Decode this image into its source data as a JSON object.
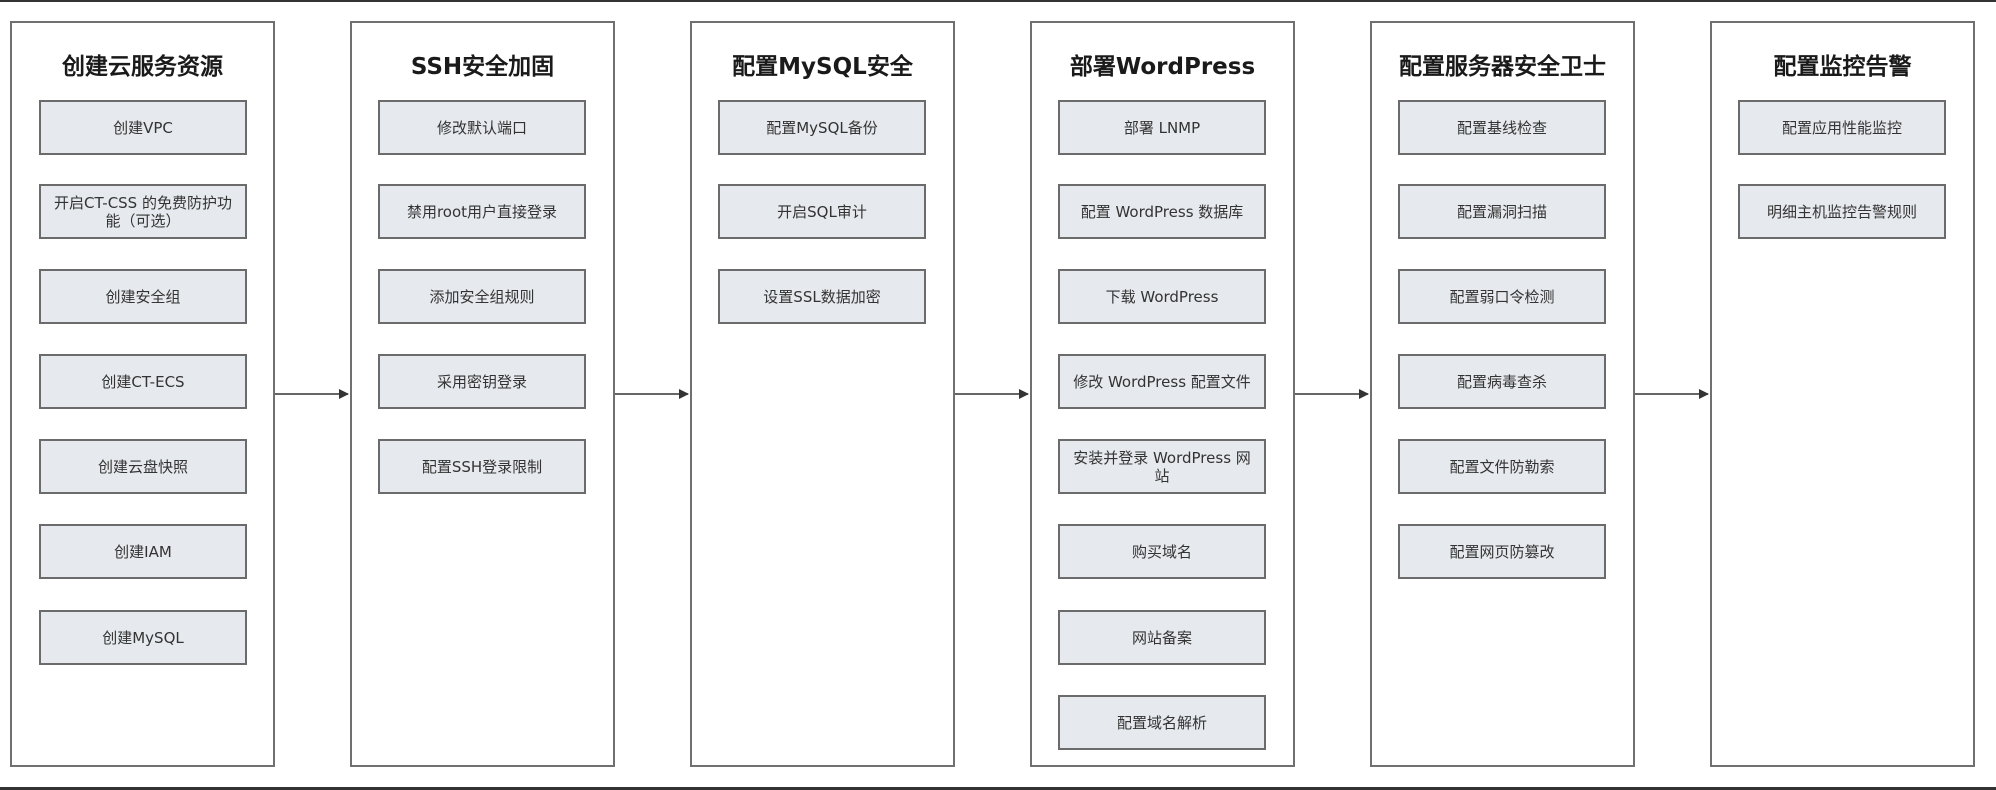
{
  "columns": [
    {
      "title": "创建云服务资源",
      "steps": [
        "创建VPC",
        "开启CT-CSS 的免费防护功能（可选）",
        "创建安全组",
        "创建CT-ECS",
        "创建云盘快照",
        "创建IAM",
        "创建MySQL"
      ]
    },
    {
      "title": "SSH安全加固",
      "steps": [
        "修改默认端口",
        "禁用root用户直接登录",
        "添加安全组规则",
        "采用密钥登录",
        "配置SSH登录限制"
      ]
    },
    {
      "title": "配置MySQL安全",
      "steps": [
        "配置MySQL备份",
        "开启SQL审计",
        "设置SSL数据加密"
      ]
    },
    {
      "title": "部署WordPress",
      "steps": [
        "部署 LNMP",
        "配置 WordPress 数据库",
        "下载 WordPress",
        "修改 WordPress 配置文件",
        "安装并登录 WordPress 网站",
        "购买域名",
        "网站备案",
        "配置域名解析"
      ]
    },
    {
      "title": "配置服务器安全卫士",
      "steps": [
        "配置基线检查",
        "配置漏洞扫描",
        "配置弱口令检测",
        "配置病毒查杀",
        "配置文件防勒索",
        "配置网页防篡改"
      ]
    },
    {
      "title": "配置监控告警",
      "steps": [
        "配置应用性能监控",
        "明细主机监控告警规则"
      ]
    }
  ]
}
